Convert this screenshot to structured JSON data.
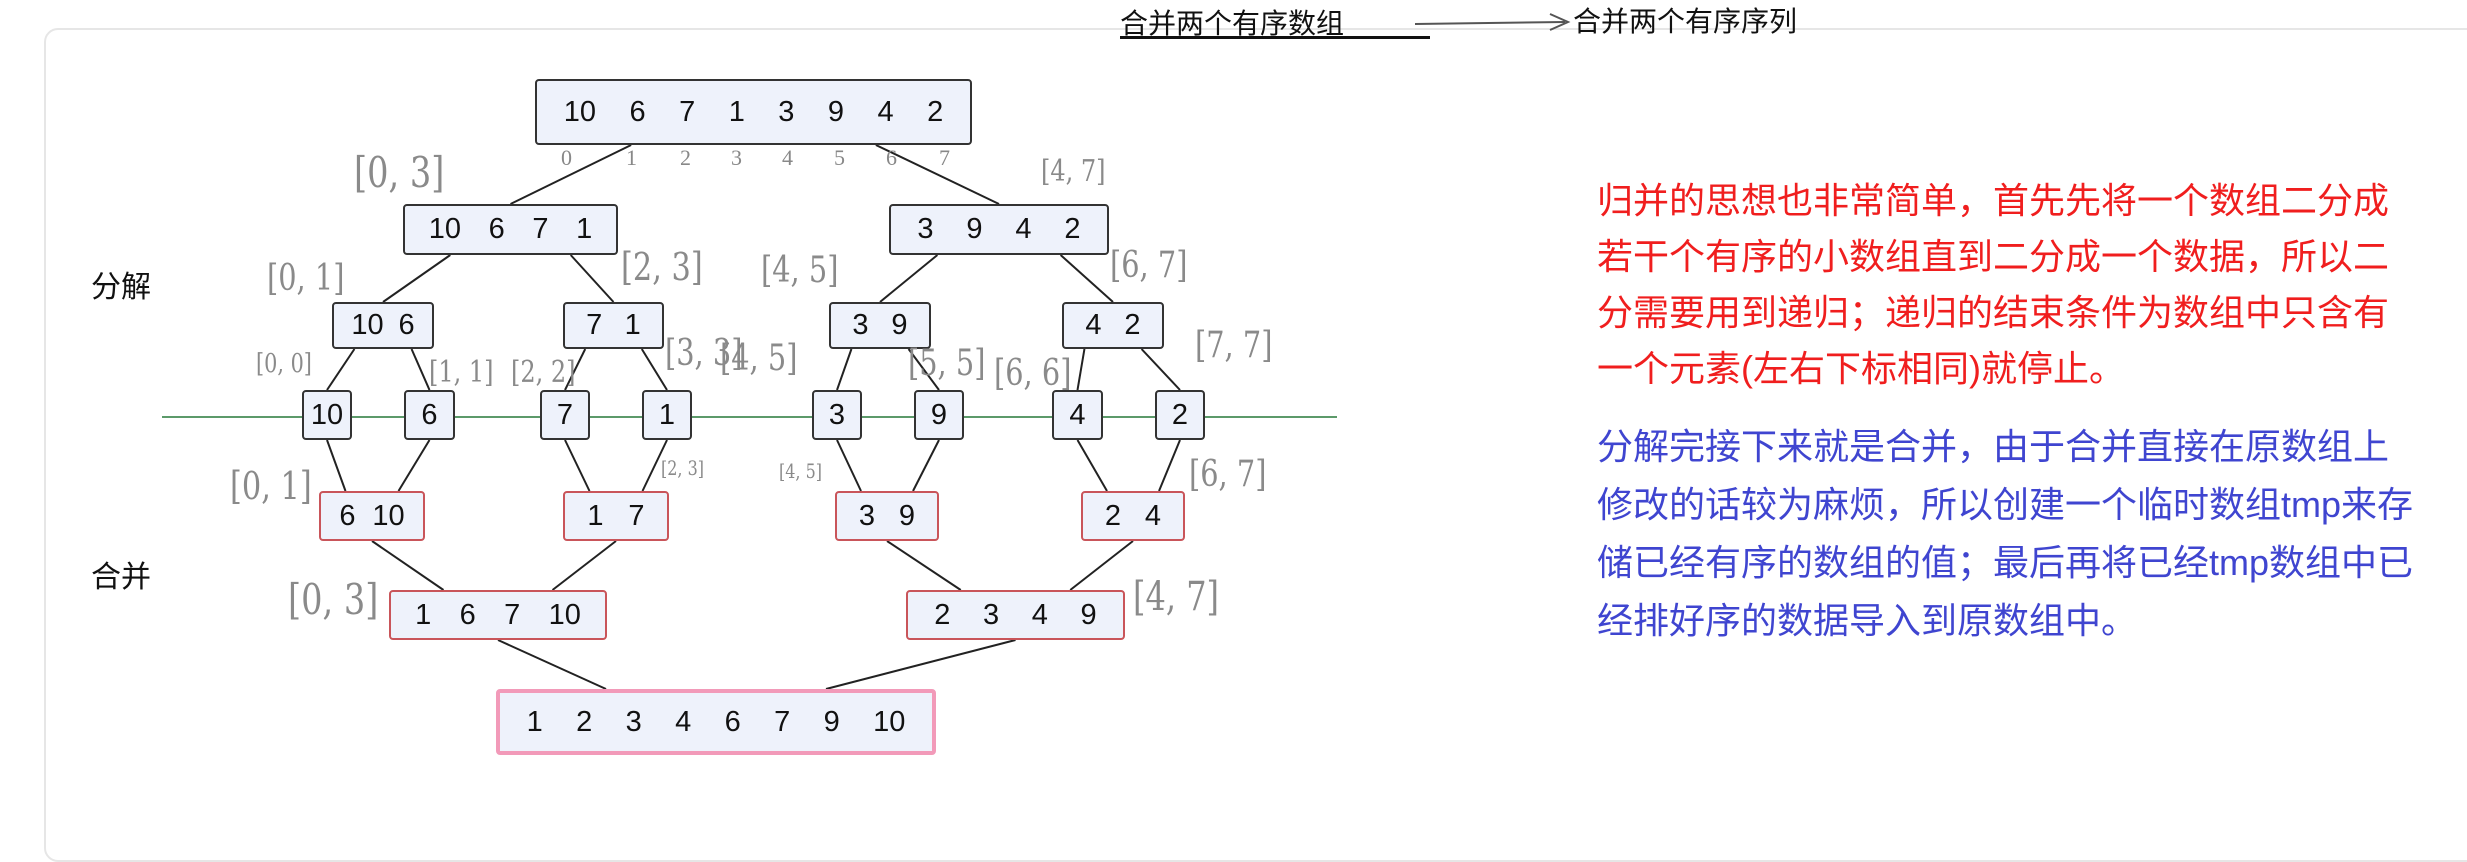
{
  "notes": {
    "top_label": "合并两个有序数组",
    "arrow_target": "合并两个有序序列"
  },
  "side_labels": {
    "split": "分解",
    "merge": "合并"
  },
  "colors": {
    "split_border": "#333333",
    "merge_border": "#c9555a",
    "final_border": "#f29ab9",
    "box_fill": "#eef2fb",
    "red_text": "#f01e1e",
    "blue_text": "#3f45d0",
    "divider": "#5c9a6a"
  },
  "tree": {
    "root": [
      10,
      6,
      7,
      1,
      3,
      9,
      4,
      2
    ],
    "indices": [
      0,
      1,
      2,
      3,
      4,
      5,
      6,
      7
    ],
    "split_level1": [
      [
        10,
        6,
        7,
        1
      ],
      [
        3,
        9,
        4,
        2
      ]
    ],
    "split_level2": [
      [
        10,
        6
      ],
      [
        7,
        1
      ],
      [
        3,
        9
      ],
      [
        4,
        2
      ]
    ],
    "leaves": [
      [
        10
      ],
      [
        6
      ],
      [
        7
      ],
      [
        1
      ],
      [
        3
      ],
      [
        9
      ],
      [
        4
      ],
      [
        2
      ]
    ],
    "merge_level1": [
      [
        6,
        10
      ],
      [
        1,
        7
      ],
      [
        3,
        9
      ],
      [
        2,
        4
      ]
    ],
    "merge_level2": [
      [
        1,
        6,
        7,
        10
      ],
      [
        2,
        3,
        4,
        9
      ]
    ],
    "final": [
      1,
      2,
      3,
      4,
      6,
      7,
      9,
      10
    ]
  },
  "ranges": [
    "[0, 3]",
    "[4, 7]",
    "[0, 1]",
    "[2, 3]",
    "[4, 5]",
    "[6, 7]",
    "[0, 0]",
    "[1, 1]",
    "[2, 2]",
    "[3, 3]",
    "[4, 5]",
    "[5, 5]",
    "[6, 6]",
    "[7, 7]",
    "[0, 1]",
    "[2, 3]",
    "[4, 5]",
    "[6, 7]",
    "[0, 3]",
    "[4, 7]"
  ],
  "explanation": {
    "red_lines": [
      "归并的思想也非常简单，首先先将一个数组二分成",
      "若干个有序的小数组直到二分成一个数据，所以二",
      "分需要用到递归；递归的结束条件为数组中只含有",
      "一个元素(左右下标相同)就停止。"
    ],
    "blue_lines": [
      "分解完接下来就是合并，由于合并直接在原数组上",
      "修改的话较为麻烦，所以创建一个临时数组tmp来存",
      "储已经有序的数组的值；最后再将已经tmp数组中已",
      "经排好序的数据导入到原数组中。"
    ]
  }
}
